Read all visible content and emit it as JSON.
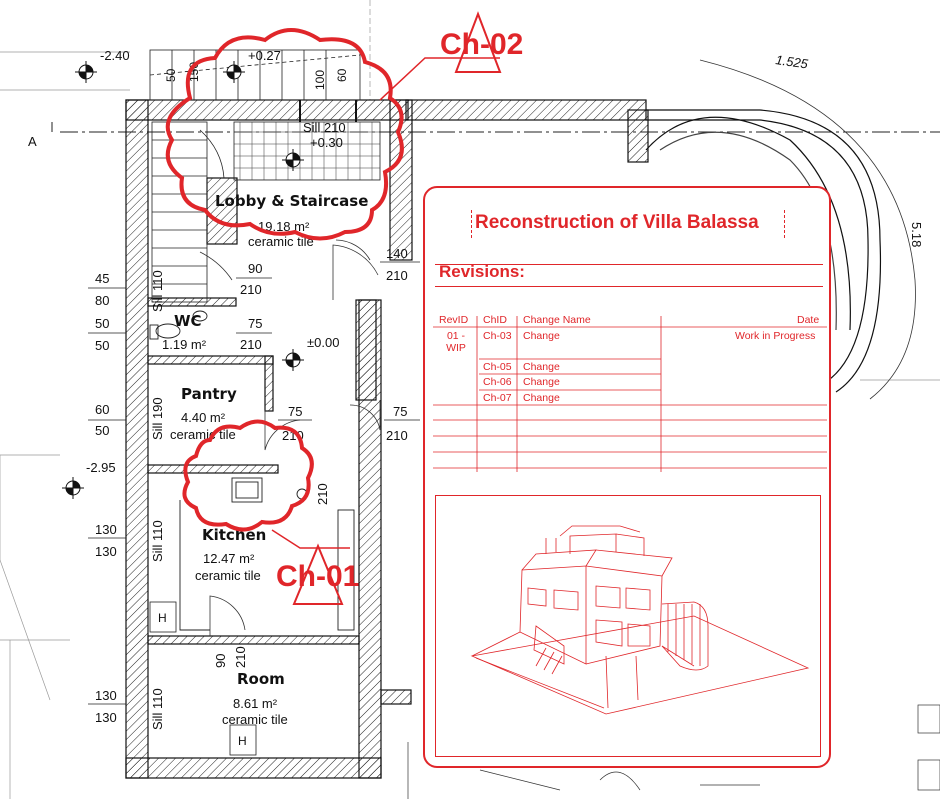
{
  "plan": {
    "levels": {
      "top_left": "-2.40",
      "top_mid": "+0.27",
      "sill_level": "+0.30",
      "ground": "±0.00",
      "left": "-2.95"
    },
    "axis_label": "A",
    "stair_dims": {
      "d50": "50",
      "d150": "150",
      "d100": "100",
      "d60": "60"
    },
    "arc_dims": {
      "top": "1.525",
      "side": "5.18"
    },
    "sill_top": "Sill 210",
    "rooms": {
      "lobby": {
        "title": "Lobby & Staircase",
        "area": "19.18 m²",
        "finish": "ceramic tile"
      },
      "wc": {
        "title": "WC",
        "area": "1.19 m²"
      },
      "pantry": {
        "title": "Pantry",
        "area": "4.40 m²",
        "finish": "ceramic tile"
      },
      "kitchen": {
        "title": "Kitchen",
        "area": "12.47 m²",
        "finish": "ceramic tile"
      },
      "room": {
        "title": "Room",
        "area": "8.61 m²",
        "finish": "ceramic tile"
      }
    },
    "dims": {
      "d45": "45",
      "d80": "80",
      "d50a": "50",
      "d50b": "50",
      "d60": "60",
      "d50c": "50",
      "d130a": "130",
      "d130b": "130",
      "d130c": "130",
      "d130d": "130",
      "d90a": "90",
      "d210a": "210",
      "d75a": "75",
      "d210b": "210",
      "d140": "140",
      "d210c": "210",
      "d75b": "75",
      "d210d": "210",
      "d75c": "75",
      "d210e": "210",
      "d210f": "210",
      "d90b": "90",
      "d210g": "210"
    },
    "sills": {
      "s1": "Sill 110",
      "s2": "Sill 190",
      "s3": "Sill 110",
      "s4": "Sill 110"
    },
    "h_marks": [
      "H",
      "H"
    ]
  },
  "clouds": {
    "c2": "Ch-02",
    "c1": "Ch-01"
  },
  "sheet": {
    "title": "Reconstruction of Villa Balassa",
    "revisions_heading": "Revisions:",
    "columns": [
      "RevID",
      "ChID",
      "Change Name",
      "Date"
    ],
    "rows": [
      {
        "revid": "01 - WIP",
        "chid": "Ch-03",
        "name": "Change",
        "date": "Work in Progress"
      },
      {
        "revid": "",
        "chid": "Ch-05",
        "name": "Change",
        "date": ""
      },
      {
        "revid": "",
        "chid": "Ch-06",
        "name": "Change",
        "date": ""
      },
      {
        "revid": "",
        "chid": "Ch-07",
        "name": "Change",
        "date": ""
      }
    ]
  },
  "colors": {
    "markup": "#e0262a",
    "ink": "#111111"
  }
}
